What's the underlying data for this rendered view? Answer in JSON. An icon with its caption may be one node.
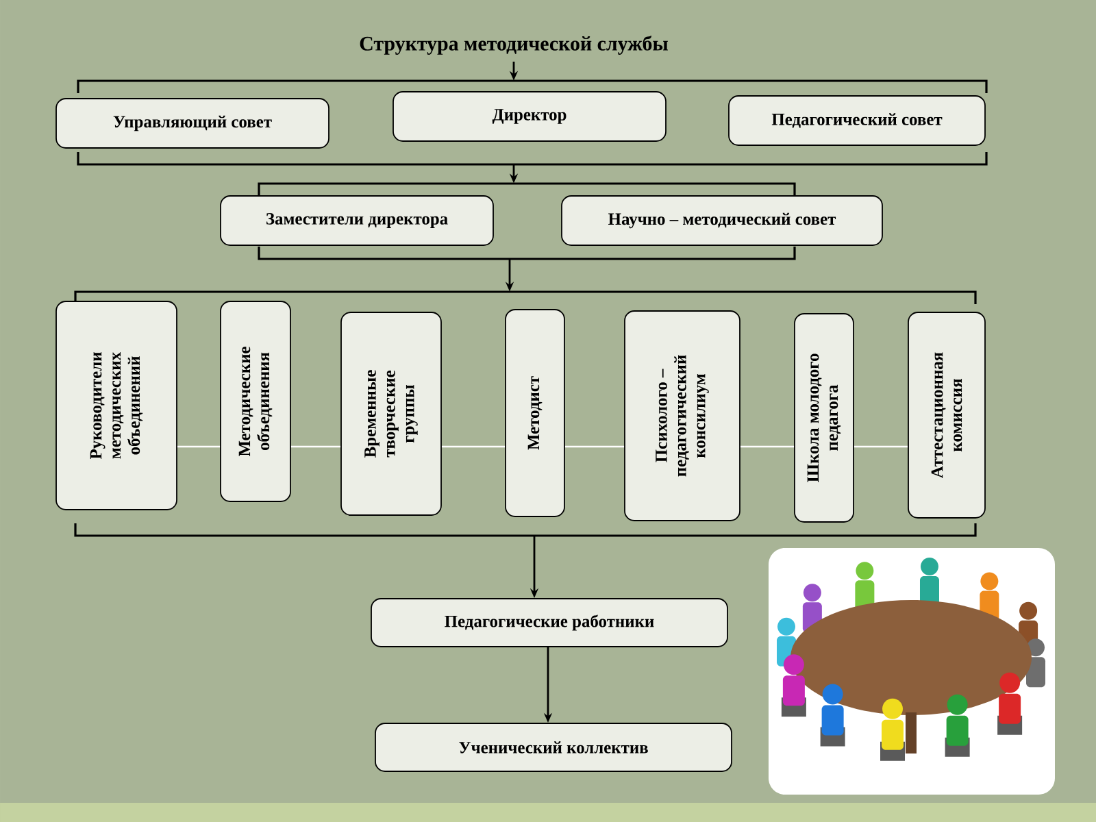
{
  "diagram": {
    "title": "Структура методической службы",
    "nodes": [
      {
        "text": [],
        "shape": "bracket"
      },
      {
        "text": [
          "Управляющий совет"
        ]
      },
      {
        "text": [
          "Директор"
        ],
        "in": 0
      },
      {
        "text": [
          "Педагогический совет"
        ],
        "in": 0
      },
      {
        "text": [],
        "shape": "bracket"
      },
      {
        "text": [
          "Заместители директора"
        ]
      },
      {
        "text": [
          "Научно – методический совет"
        ]
      },
      {
        "text": [],
        "shape": "bracket"
      },
      {
        "text": [
          "Руководители методических объединений"
        ]
      },
      {
        "text": [
          "Методические объединения"
        ],
        "in": 7
      },
      {
        "text": [
          "Временные творческие группы"
        ],
        "in": 7
      },
      {
        "text": [
          "Методист"
        ],
        "in": 7
      },
      {
        "text": [
          "Психолого – педагогический консилиум"
        ],
        "in": 7
      },
      {
        "text": [
          "Школа молодого педагога"
        ],
        "in": 7
      },
      {
        "text": [
          "Аттестационная комиссия"
        ]
      },
      {
        "text": [
          "Педагогические работники"
        ]
      },
      {
        "text": [
          "Ученический коллектив"
        ]
      }
    ],
    "edges": [
      {
        "from": null,
        "to": 0,
        "arrow": "to"
      },
      {
        "from": 0,
        "to": 4,
        "arrow": "to"
      },
      {
        "from": 4,
        "to": 7,
        "arrow": "to"
      },
      {
        "from": 7,
        "to": 15,
        "arrow": "to"
      },
      {
        "from": 15,
        "to": 16,
        "arrow": "to"
      }
    ]
  }
}
